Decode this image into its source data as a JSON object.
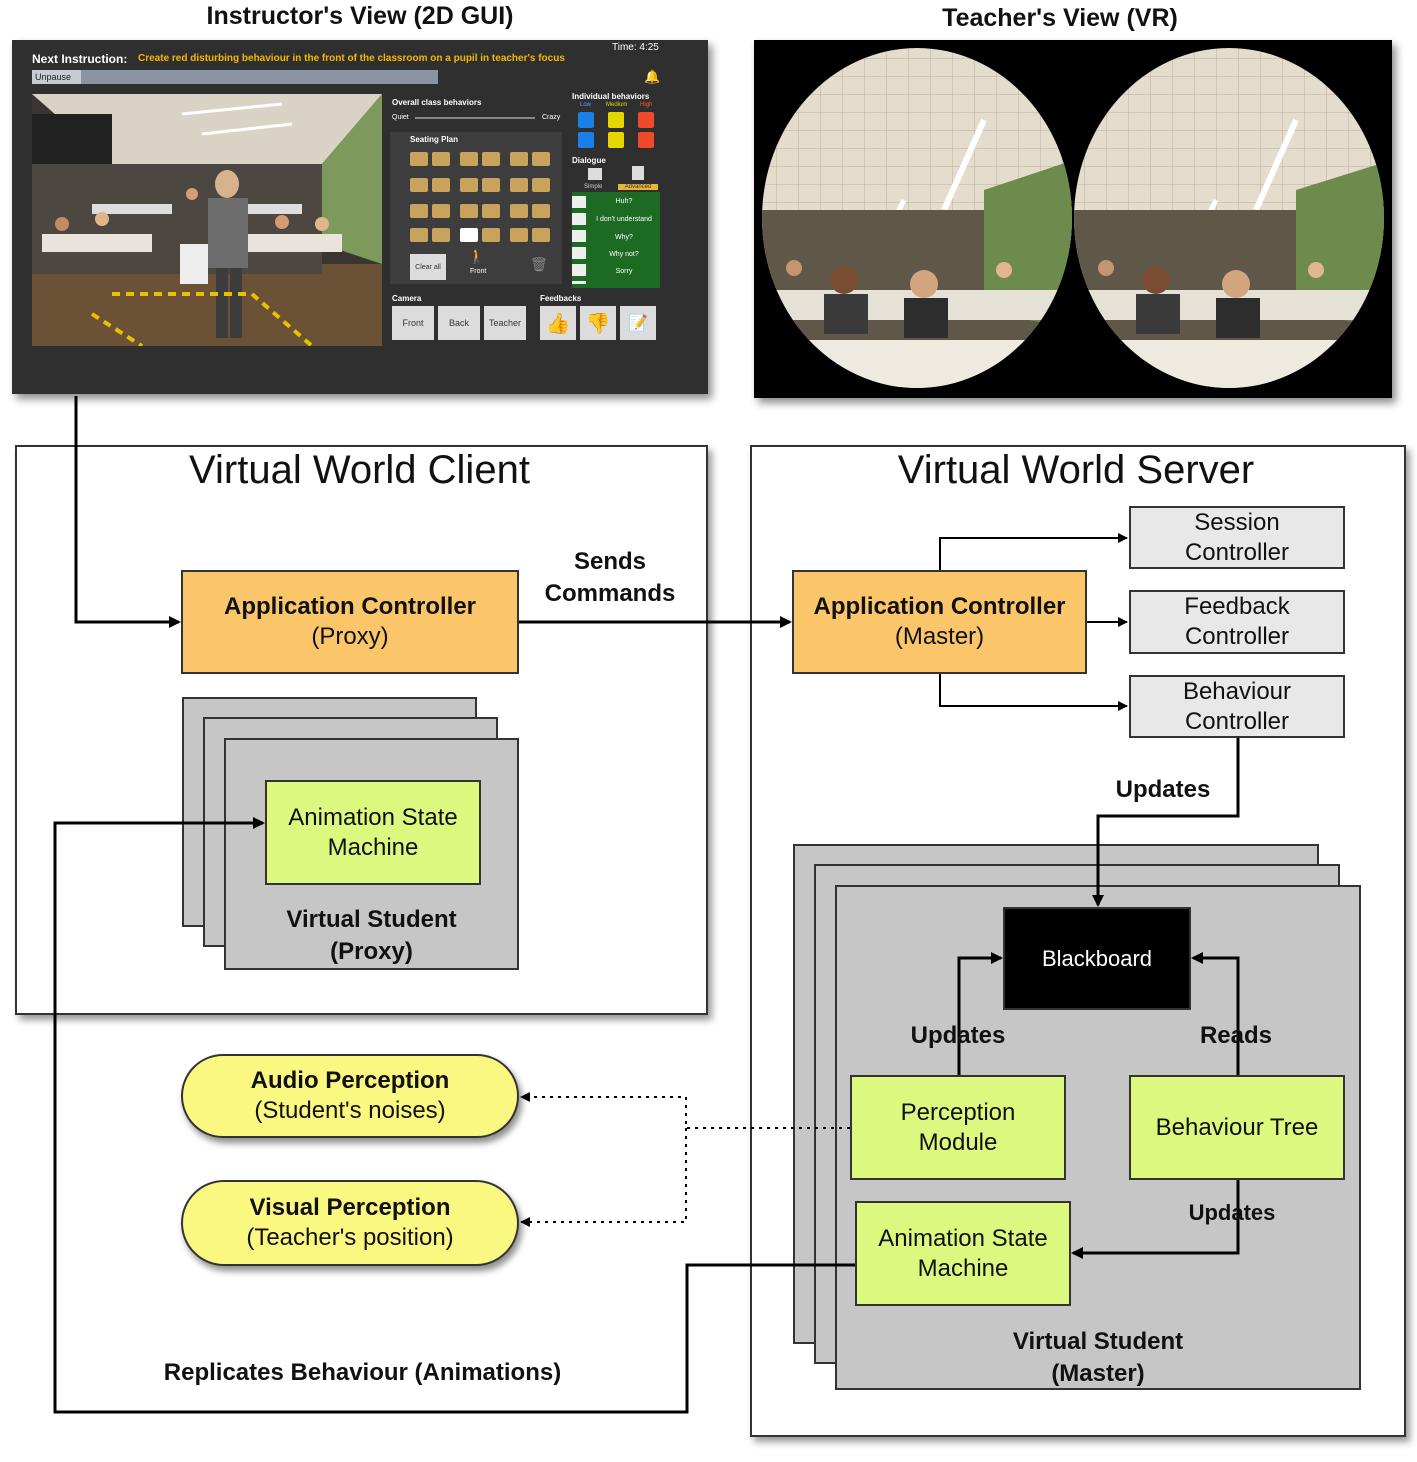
{
  "views": {
    "instructor_title": "Instructor's View (2D GUI)",
    "teacher_title": "Teacher's View (VR)"
  },
  "gui": {
    "next_instruction_label": "Next Instruction:",
    "next_instruction_text": "Create red disturbing behaviour in the front of the classroom on a pupil in teacher's focus",
    "time": "Time: 4:25",
    "unpause": "Unpause",
    "overall_class": "Overall class behaviors",
    "quiet": "Quiet",
    "crazy": "Crazy",
    "seating_plan": "Seating Plan",
    "clear_all": "Clear all",
    "front": "Front",
    "individual": "Individual behaviors",
    "low": "Low",
    "medium": "Medium",
    "high": "High",
    "dialogue": "Dialogue",
    "simple": "Simple",
    "advanced": "Advanced",
    "dialogue_lines": [
      "Huh?",
      "I don't understand",
      "Why?",
      "Why not?",
      "Sorry"
    ],
    "camera": "Camera",
    "camera_buttons": [
      "Front",
      "Back",
      "Teacher"
    ],
    "feedbacks": "Feedbacks"
  },
  "colors": {
    "orange": "#fbc66a",
    "grey_box": "#e8e8e8",
    "green": "#dcf87e",
    "yellow": "#fbf882",
    "stack_grey": "#c6c6c6"
  },
  "client": {
    "title": "Virtual World Client",
    "app_controller": {
      "name": "Application Controller",
      "sub": "(Proxy)"
    },
    "animation": {
      "line1": "Animation State",
      "line2": "Machine"
    },
    "student": {
      "line1": "Virtual Student",
      "line2": "(Proxy)"
    }
  },
  "server": {
    "title": "Virtual World Server",
    "app_controller": {
      "name": "Application Controller",
      "sub": "(Master)"
    },
    "session": {
      "line1": "Session",
      "line2": "Controller"
    },
    "feedback": {
      "line1": "Feedback",
      "line2": "Controller"
    },
    "behaviour": {
      "line1": "Behaviour",
      "line2": "Controller"
    },
    "blackboard": "Blackboard",
    "perception": {
      "line1": "Perception",
      "line2": "Module"
    },
    "behaviour_tree": "Behaviour Tree",
    "animation": {
      "line1": "Animation State",
      "line2": "Machine"
    },
    "student": {
      "line1": "Virtual Student",
      "line2": "(Master)"
    }
  },
  "perceptions": {
    "audio": {
      "name": "Audio Perception",
      "sub": "(Student's noises)"
    },
    "visual": {
      "name": "Visual Perception",
      "sub": "(Teacher's position)"
    }
  },
  "edges": {
    "sends_line1": "Sends",
    "sends_line2": "Commands",
    "updates_top": "Updates",
    "updates_left": "Updates",
    "reads": "Reads",
    "updates_bt": "Updates",
    "replicates": "Replicates Behaviour (Animations)"
  }
}
